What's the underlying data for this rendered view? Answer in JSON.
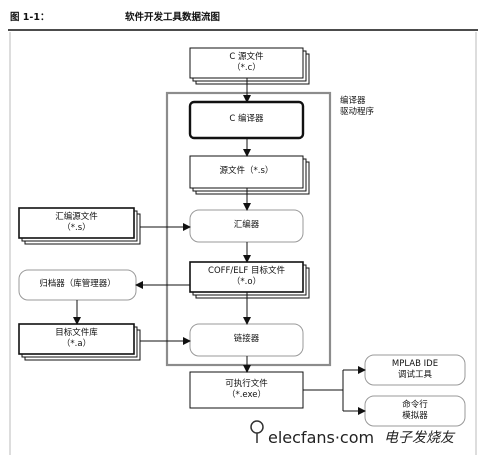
{
  "figure": {
    "label": "图 1-1：",
    "title": "软件开发工具数据流图"
  },
  "compiler_group_label": [
    "编译器",
    "驱动程序"
  ],
  "nodes": {
    "c_source": [
      "C 源文件",
      "（*.c）"
    ],
    "c_compiler": [
      "C 编译器"
    ],
    "asm_source": [
      "源文件（*.s）"
    ],
    "asm_input": [
      "汇编源文件",
      "（*.s）"
    ],
    "assembler": [
      "汇编器"
    ],
    "archiver": [
      "归档器（库管理器）"
    ],
    "object_file": [
      "COFF/ELF 目标文件",
      "（*.o）"
    ],
    "object_lib": [
      "目标文件库",
      "（*.a）"
    ],
    "linker": [
      "链接器"
    ],
    "executable": [
      "可执行文件",
      "（*.exe）"
    ],
    "mplab": [
      "MPLAB IDE",
      "调试工具"
    ],
    "simulator": [
      "命令行",
      "模拟器"
    ]
  },
  "watermark": {
    "site": "elecfans·com",
    "cn": "电子发烧友"
  },
  "colors": {
    "line": "#111111",
    "group_border": "#8c8c8c",
    "rounded_border": "#9a9a9a",
    "watermark": "#222222"
  }
}
